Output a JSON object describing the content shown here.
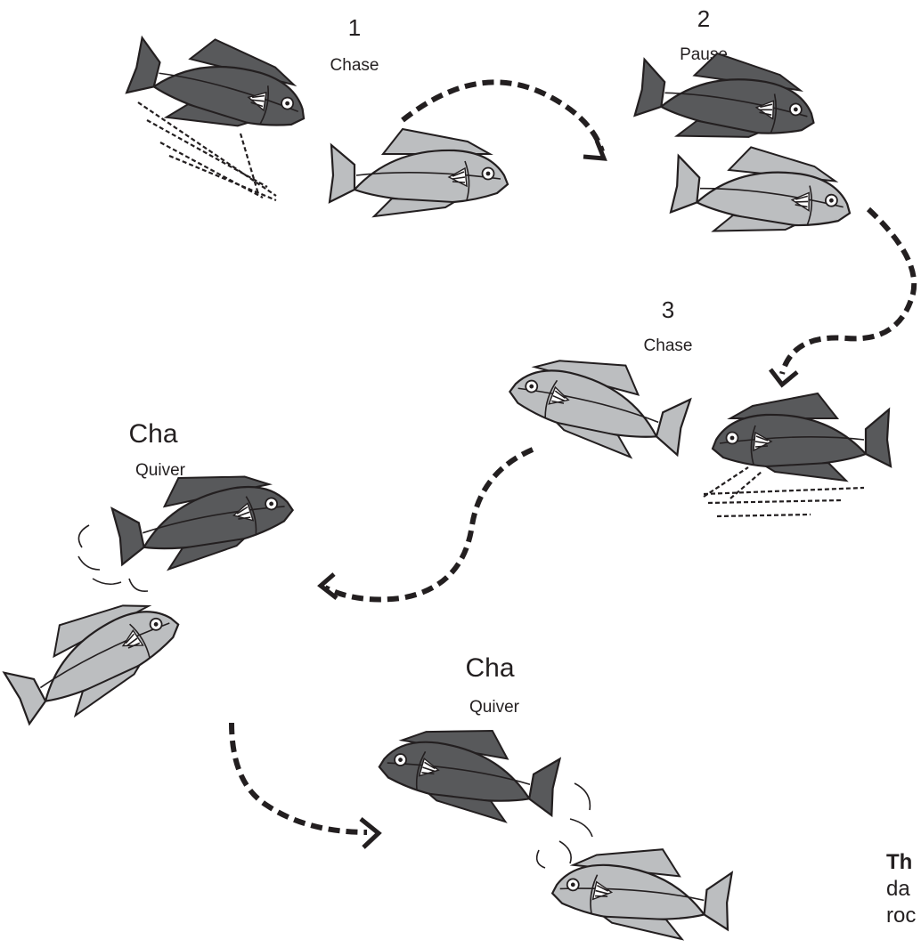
{
  "colors": {
    "dark_fish": "#58595b",
    "light_fish": "#bcbec0",
    "ink": "#231f20",
    "background": "#ffffff"
  },
  "steps": [
    {
      "number": "1",
      "label": "Chase"
    },
    {
      "number": "2",
      "label": "Pause"
    },
    {
      "number": "3",
      "label": "Chase"
    },
    {
      "number": "Cha",
      "label": "Quiver"
    },
    {
      "number": "Cha",
      "label": "Quiver"
    }
  ],
  "caption": {
    "line1": "Th",
    "line2": "da",
    "line3": "roc"
  }
}
